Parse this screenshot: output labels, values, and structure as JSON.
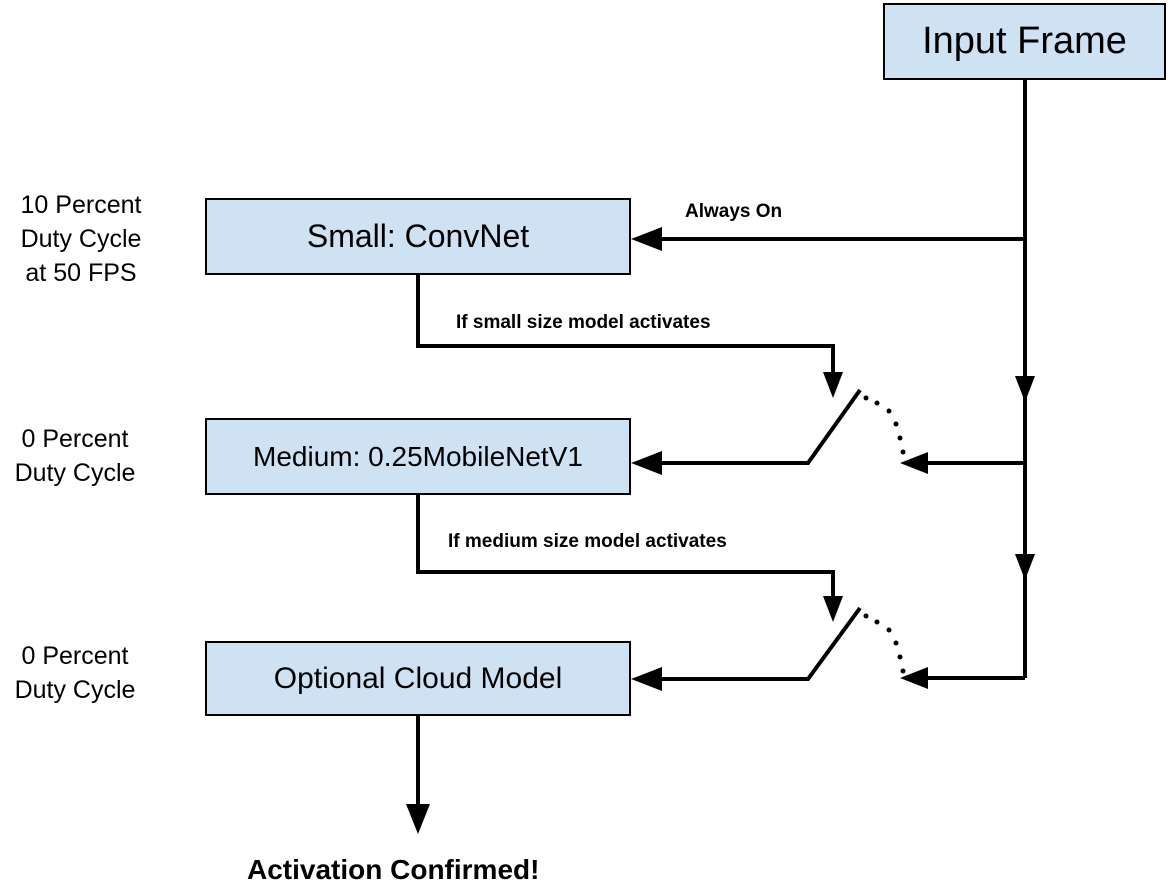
{
  "nodes": {
    "input_frame": "Input Frame",
    "small_model": "Small: ConvNet",
    "medium_model": "Medium: 0.25MobileNetV1",
    "cloud_model": "Optional Cloud Model"
  },
  "duty_cycles": {
    "small": [
      "10 Percent",
      "Duty Cycle",
      "at 50 FPS"
    ],
    "medium": [
      "0 Percent",
      "Duty Cycle"
    ],
    "cloud": [
      "0 Percent",
      "Duty Cycle"
    ]
  },
  "edge_labels": {
    "always_on": "Always On",
    "small_activates": "If small size model activates",
    "medium_activates": "If medium size model activates"
  },
  "result": "Activation Confirmed!"
}
